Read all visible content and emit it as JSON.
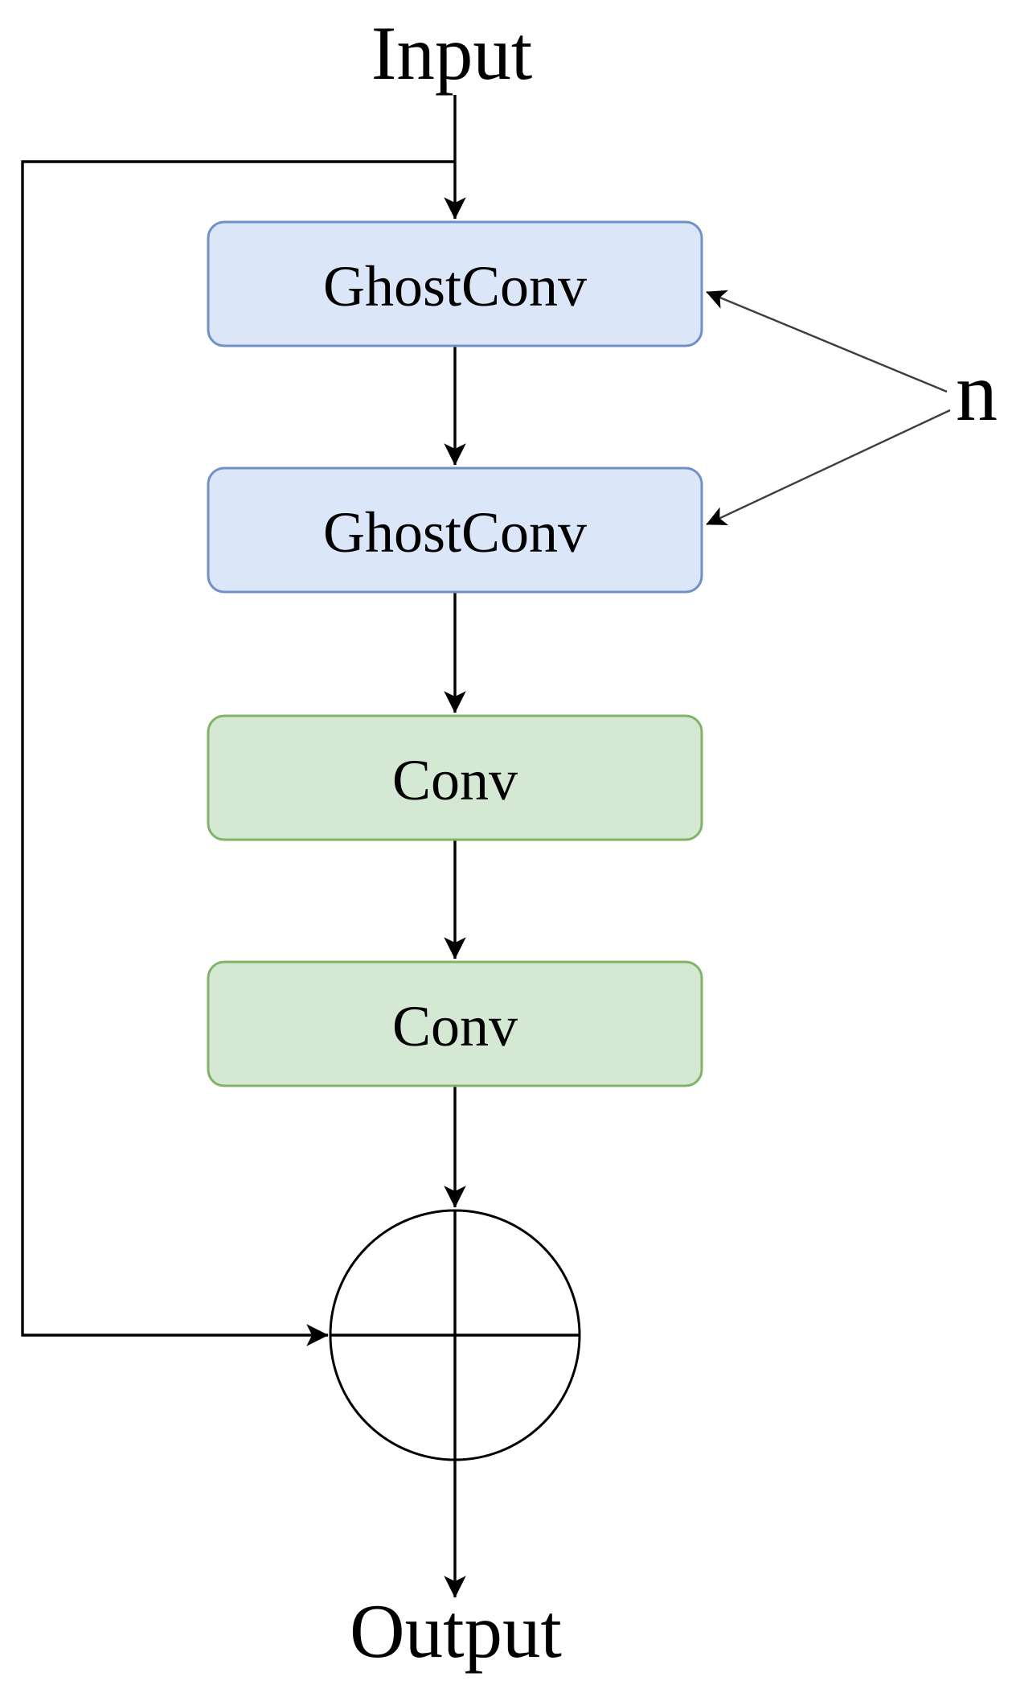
{
  "diagram": {
    "kind": "flowchart-block-diagram",
    "labels": {
      "input": "Input",
      "output": "Output",
      "repeat": "n"
    },
    "nodes": [
      {
        "id": "ghostconv-1",
        "label": "GhostConv",
        "type": "GhostConv"
      },
      {
        "id": "ghostconv-2",
        "label": "GhostConv",
        "type": "GhostConv"
      },
      {
        "id": "conv-1",
        "label": "Conv",
        "type": "Conv"
      },
      {
        "id": "conv-2",
        "label": "Conv",
        "type": "Conv"
      }
    ],
    "operator": {
      "type": "add",
      "shape": "circle-plus"
    },
    "connections": [
      "Input -> GhostConv-1",
      "GhostConv-1 -> GhostConv-2",
      "GhostConv-2 -> Conv-1",
      "Conv-1 -> Conv-2",
      "Conv-2 -> add",
      "Input -> add (skip connection)",
      "add -> Output",
      "n -> GhostConv-1 (repeat annotation)",
      "n -> GhostConv-2 (repeat annotation)"
    ],
    "colors": {
      "ghostconv_fill": "#dbe6f8",
      "ghostconv_border": "#7290c8",
      "conv_fill": "#d5e8d4",
      "conv_border": "#82b366",
      "line": "#000000",
      "annotation_line": "#3d3d3d",
      "text": "#000000",
      "background": "#ffffff"
    }
  }
}
